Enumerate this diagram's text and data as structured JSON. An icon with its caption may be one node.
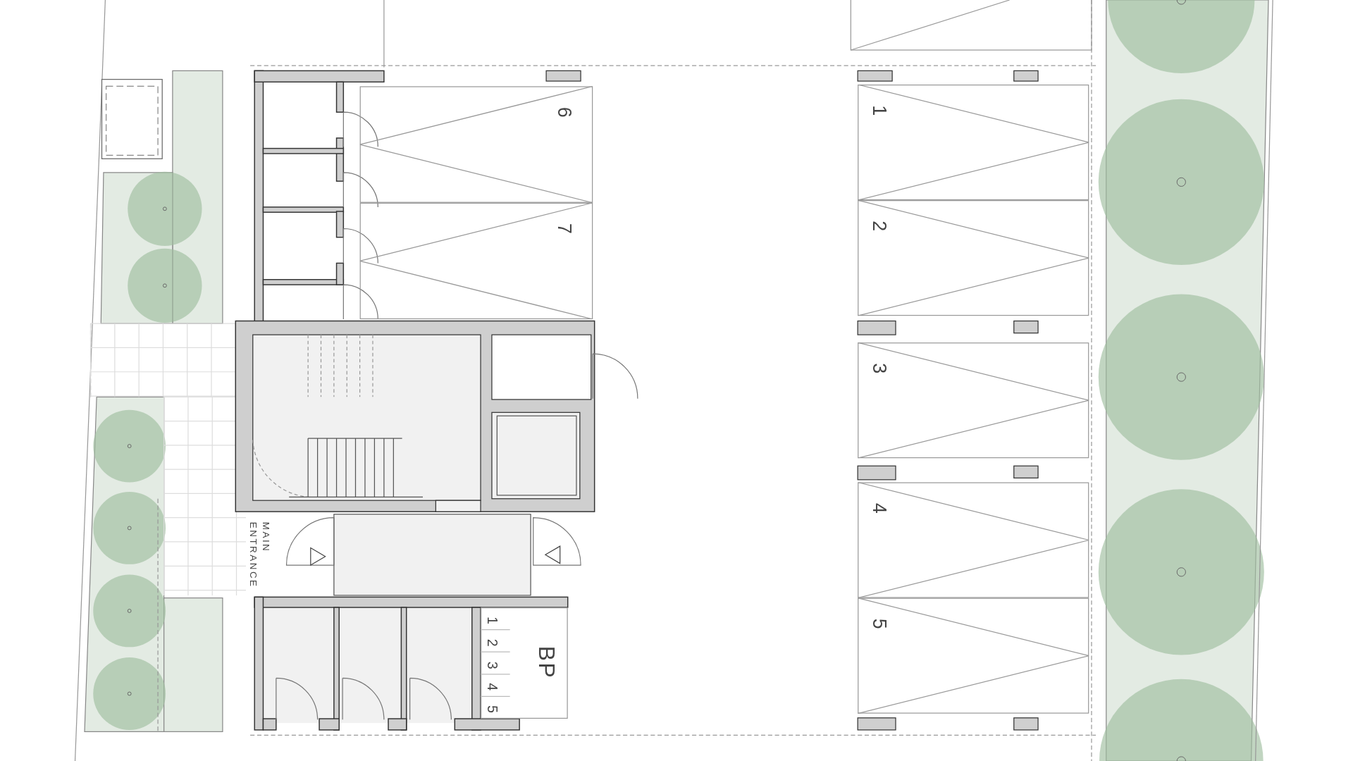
{
  "diagram": {
    "nodes": [
      {
        "text": [
          "6"
        ]
      },
      {
        "text": [
          "7"
        ]
      },
      {
        "text": [
          "1"
        ]
      },
      {
        "text": [
          "2"
        ]
      },
      {
        "text": [
          "3"
        ]
      },
      {
        "text": [
          "4"
        ]
      },
      {
        "text": [
          "5"
        ]
      },
      {
        "text": [
          "1",
          "2",
          "3",
          "4",
          "5",
          "BP"
        ]
      }
    ],
    "labels": [
      "MAIN ENTRANCE"
    ]
  }
}
